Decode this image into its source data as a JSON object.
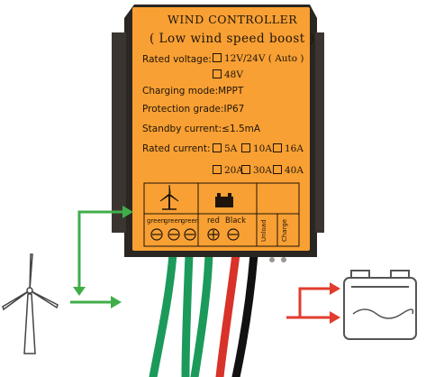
{
  "controller": {
    "title": "WIND CONTROLLER",
    "subtitle": "( Low wind speed boost )",
    "rated_voltage_label": "Rated voltage:",
    "rated_voltage_options": [
      "12V/24V ( Auto )",
      "48V"
    ],
    "charging_mode": "Charging mode:MPPT",
    "protection_grade": "Protection grade:IP67",
    "standby_current": "Standby current:≤1.5mA",
    "rated_current_label": "Rated current:",
    "rated_current_options": [
      "5A",
      "10A",
      "16A",
      "20A",
      "30A",
      "40A"
    ],
    "wire_labels": {
      "wind_1": "green",
      "wind_2": "green",
      "wind_3": "green",
      "battery_pos": "red",
      "battery_neg": "Black",
      "unload": "Unload",
      "charge": "Charge"
    }
  },
  "colors": {
    "panel_orange": "#f8a033",
    "panel_frame": "#2a2622",
    "arrow_green": "#3fae49",
    "arrow_red": "#e23c2f",
    "wire_green": "#1c9a5b",
    "wire_red": "#d8322a",
    "wire_black": "#111111"
  },
  "icons": [
    "wind-turbine-icon",
    "battery-icon",
    "screw-terminal-icon"
  ]
}
